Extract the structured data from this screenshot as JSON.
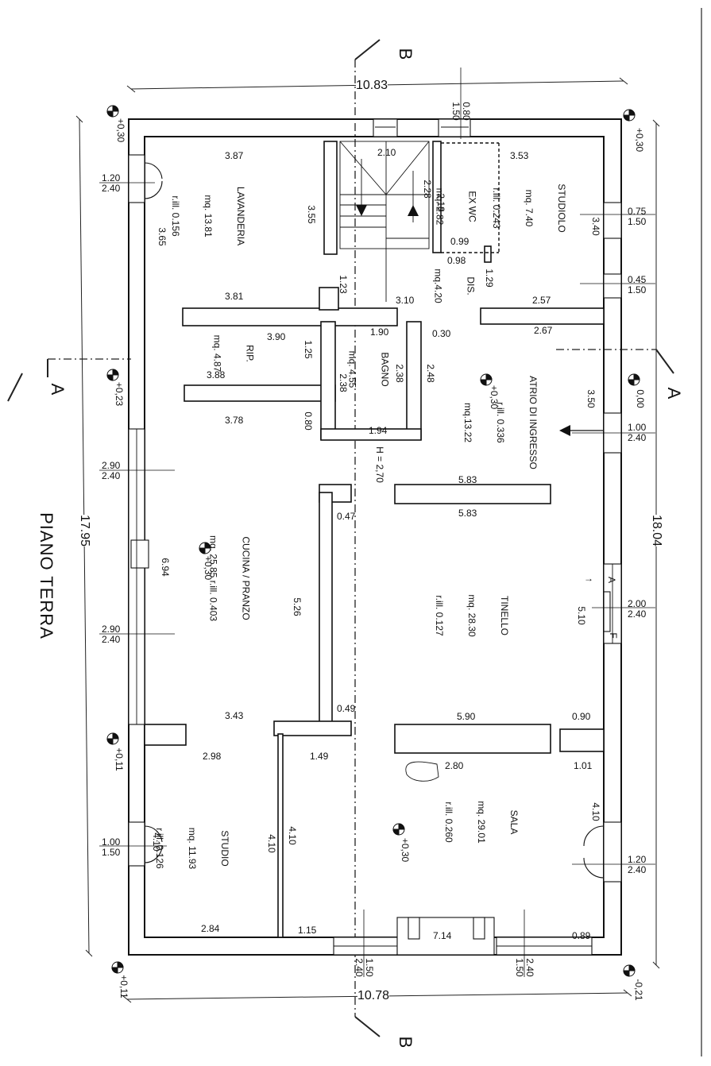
{
  "title": "PIANO TERRA",
  "sections": {
    "top": "B",
    "bottom": "B",
    "left": "A",
    "right": "A"
  },
  "overall": {
    "top": "10.83",
    "bottom": "10.78",
    "left": "17.95",
    "right": "18.04"
  },
  "rooms": {
    "lavanderia": {
      "name": "LAVANDERIA",
      "area": "mq. 13.81",
      "ratio": "r.ill. 0.156"
    },
    "exwc": {
      "name": "EX WC",
      "area": "mq. 2.82",
      "extra": "2.18"
    },
    "studiolo": {
      "name": "STUDIOLO",
      "area": "mq. 7.40",
      "ratio": "r.ill. 0.243"
    },
    "dis": {
      "name": "DIS.",
      "area": "mq.4.20"
    },
    "rip": {
      "name": "RIP.",
      "area": "mq. 4.87"
    },
    "bagno": {
      "name": "BAGNO",
      "area": "mq. 4.55"
    },
    "atrio": {
      "name": "ATRIO DI INGRESSO",
      "ratio": "r.ill. 0.336",
      "area": "mq.13.22"
    },
    "cucina": {
      "name": "CUCINA / PRANZO",
      "area": "mq. 25.85",
      "ratio": "r.ill. 0.403"
    },
    "tinello": {
      "name": "TINELLO",
      "area": "mq. 28.30",
      "ratio": "r.ill. 0.127"
    },
    "studio": {
      "name": "STUDIO",
      "area": "mq. 11.93",
      "ratio": "r.ill. 0.126"
    },
    "sala": {
      "name": "SALA",
      "area": "mq. 29.01",
      "ratio": "r.ill. 0.260"
    }
  },
  "height_note": "H = 2,70",
  "levels": {
    "tl": "+0,30",
    "tr": "+0,30",
    "ml": "+0,23",
    "mr": "0,00",
    "bl1": "+0,11",
    "bl2": "+0,11",
    "br": "-0,21",
    "cucina": "+0,30",
    "atrio": "+0,30",
    "sala": "+0,30"
  },
  "windows": {
    "left_1": [
      "1.20",
      "2.40"
    ],
    "left_2": [
      "2.90",
      "2.40"
    ],
    "left_3": [
      "2.90",
      "2.40"
    ],
    "left_4": [
      "1.00",
      "1.50"
    ],
    "right_1": [
      "0.75",
      "1.50"
    ],
    "right_2": [
      "0.45",
      "1.50"
    ],
    "right_3": [
      "1.00",
      "2.40"
    ],
    "right_4": [
      "2.00",
      "2.40"
    ],
    "right_5": [
      "1.20",
      "2.40"
    ],
    "top_1": [
      "0.80",
      "1.50"
    ],
    "bottom_1": [
      "1.50",
      "2.40"
    ],
    "bottom_2": [
      "2.40",
      "1.50"
    ]
  },
  "dims": {
    "lav_top": "3.87",
    "lav_depth": "3.55",
    "lav_wall": "3.65",
    "lav_bottom": "3.81",
    "stair": "2.10",
    "exwc_w": "2.28",
    "exwc_d": "0.99",
    "studiolo_top": "3.53",
    "studiolo_side": "3.40",
    "dis_w": "0.98",
    "dis_d": "1.29",
    "dis_side": "1.23",
    "dis_bottom": "3.10",
    "studiolo_bottom": "2.57",
    "rip_w": "3.90",
    "rip_d": "1.25",
    "rip_bottom": "3.88",
    "bagno_top": "1.90",
    "bagno_gap": "0.30",
    "bagno_l": "2.38",
    "bagno_r": "2.38",
    "bagno_r2": "2.48",
    "bagno_bottom": "1.94",
    "atrio_top": "2.67",
    "atrio_side": "3.50",
    "cucina_top": "3.78",
    "cucina_wall": "0.80",
    "cucina_side": "6.94",
    "cucina_depth": "5.26",
    "cucina_bottom": "3.43",
    "tinello_p1": "0.47",
    "tinello_top": "5.83",
    "tinello_top2": "5.83",
    "tinello_side": "5.10",
    "tinello_p2": "0.49",
    "tinello_bottom": "5.90",
    "tinello_r": "0.90",
    "studio_top": "2.98",
    "studio_w1": "4.10",
    "studio_w2": "4.10",
    "studio_w3": "4.10",
    "studio_bottom": "2.84",
    "sala_p": "1.49",
    "sala_fire": "2.80",
    "sala_side": "1.01",
    "sala_right": "4.10",
    "sala_b1": "1.15",
    "sala_b2": "7.14",
    "sala_b3": "0.89"
  },
  "marks": {
    "door_a": "A",
    "door_f": "F",
    "arrow": "→"
  }
}
